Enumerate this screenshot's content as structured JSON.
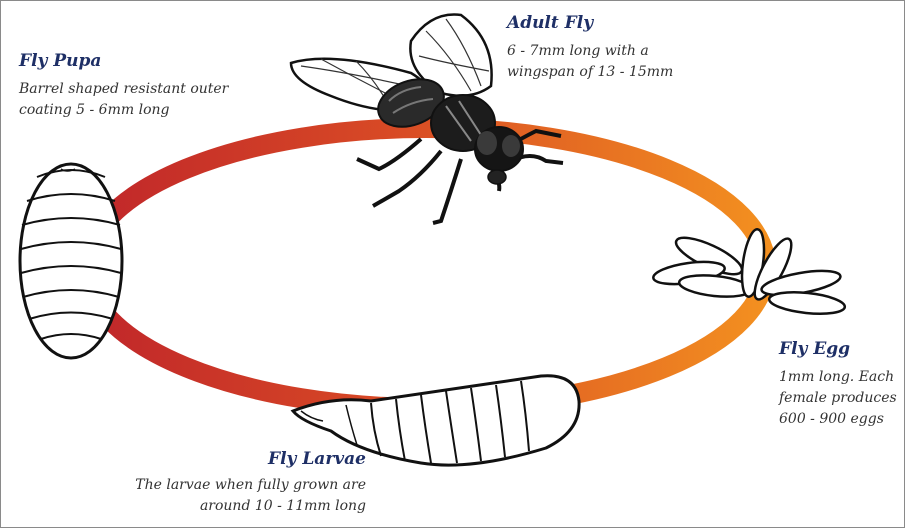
{
  "stages": {
    "adult": {
      "title": "Adult Fly",
      "lines": [
        "6 - 7mm long with a",
        "wingspan of 13 - 15mm"
      ]
    },
    "pupa": {
      "title": "Fly Pupa",
      "lines": [
        "Barrel shaped resistant outer",
        "coating 5 - 6mm long"
      ]
    },
    "egg": {
      "title": "Fly Egg",
      "lines": [
        "1mm long. Each",
        "female produces",
        "600 - 900 eggs"
      ]
    },
    "larvae": {
      "title": "Fly Larvae",
      "lines": [
        "The larvae when fully grown are",
        "around 10 - 11mm long"
      ]
    }
  },
  "colors": {
    "ring_red": "#c8302a",
    "ring_orange": "#f08a1c",
    "title_blue": "#1e2f66"
  },
  "icons": [
    "fly-illustration",
    "pupa-illustration",
    "egg-cluster-illustration",
    "larva-illustration"
  ]
}
